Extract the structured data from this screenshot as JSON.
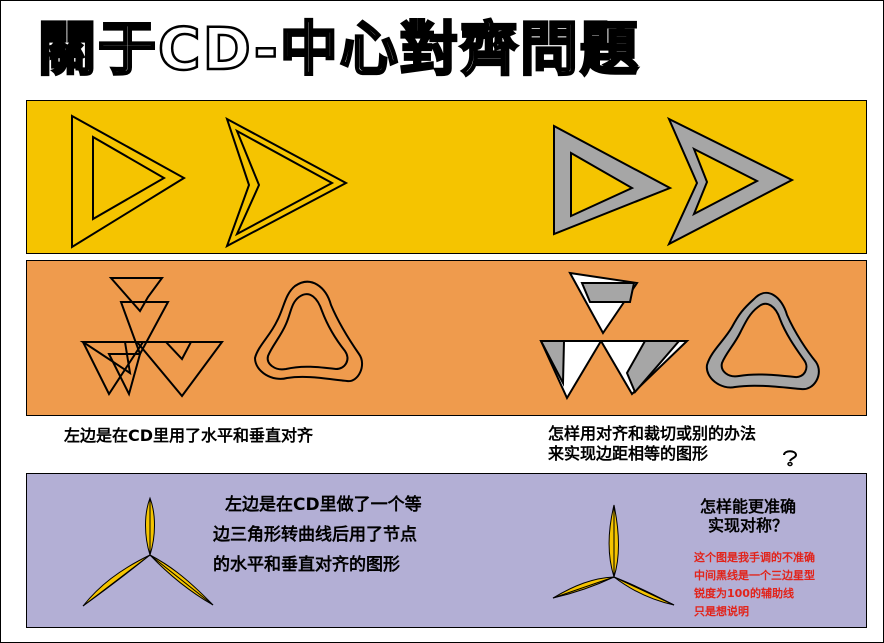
{
  "title": "關于CD-中心對齊問題",
  "captions": {
    "left_row2": "左边是在CD里用了水平和垂直对齐",
    "right_row2": [
      "怎样用对齐和裁切或别的办法",
      "来实现边距相等的图形"
    ],
    "left_row3": [
      "左边是在CD里做了一个等",
      "边三角形转曲线后用了节点",
      "的水平和垂直对齐的图形"
    ],
    "right_row3": [
      "怎样能更准确",
      "实现对称？"
    ],
    "notes": [
      "这个图是我手调的不准确",
      "中间黑线是一个三边星型",
      "锐度为100的辅助线",
      "只是想说明"
    ]
  },
  "colors": {
    "panel_top": "#f5c400",
    "panel_middle": "#ef9b4d",
    "panel_bottom": "#b3afd5",
    "shape_fill": "#a6a6a6",
    "shape_fill_yellow": "#f5c400",
    "note_text": "#e2231a"
  },
  "icons": [
    "question-mark-icon"
  ]
}
